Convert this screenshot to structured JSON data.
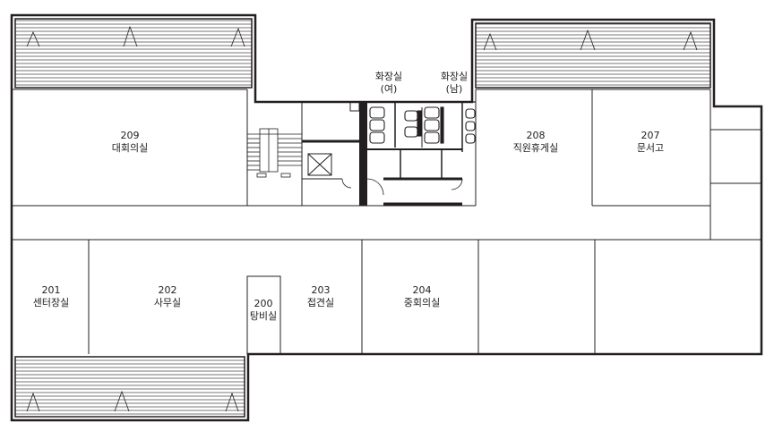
{
  "rooms": {
    "r209": {
      "num": "209",
      "name": "대회의실"
    },
    "r208": {
      "num": "208",
      "name": "직원휴게실"
    },
    "r207": {
      "num": "207",
      "name": "문서고"
    },
    "r201": {
      "num": "201",
      "name": "센터장실"
    },
    "r202": {
      "num": "202",
      "name": "사무실"
    },
    "r200": {
      "num": "200",
      "name": "탕비실"
    },
    "r203": {
      "num": "203",
      "name": "접견실"
    },
    "r204": {
      "num": "204",
      "name": "중회의실"
    }
  },
  "restrooms": {
    "women": {
      "line1": "화장실",
      "line2": "(여)"
    },
    "men": {
      "line1": "화장실",
      "line2": "(남)"
    }
  }
}
